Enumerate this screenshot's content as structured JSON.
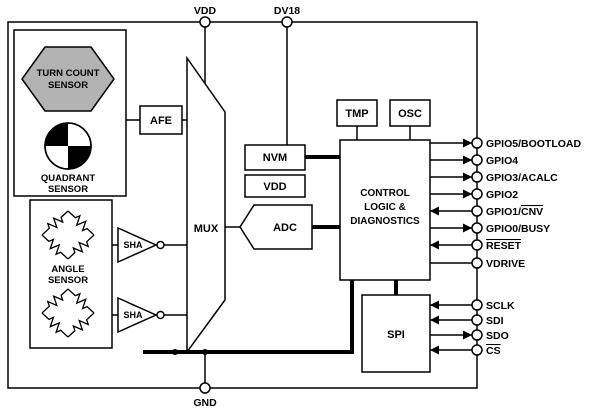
{
  "diagram": {
    "top_pins": {
      "vdd": "VDD",
      "dv18": "DV18"
    },
    "bottom_pin": {
      "gnd": "GND"
    },
    "sensors": {
      "turn_count": [
        "TURN COUNT",
        "SENSOR"
      ],
      "quadrant": [
        "QUADRANT",
        "SENSOR"
      ],
      "angle": [
        "ANGLE",
        "SENSOR"
      ]
    },
    "blocks": {
      "afe": "AFE",
      "mux": "MUX",
      "nvm": "NVM",
      "vdd_reg": "VDD",
      "adc": "ADC",
      "tmp": "TMP",
      "osc": "OSC",
      "control": [
        "CONTROL",
        "LOGIC &",
        "DIAGNOSTICS"
      ],
      "spi": "SPI",
      "sha_top": "SHA",
      "sha_bottom": "SHA"
    },
    "right_pins": [
      {
        "pre": "GPIO5/BOOTLOAD",
        "over": ""
      },
      {
        "pre": "GPIO4",
        "over": ""
      },
      {
        "pre": "GPIO3/ACALC",
        "over": ""
      },
      {
        "pre": "GPIO2",
        "over": ""
      },
      {
        "pre": "GPIO1/",
        "over": "CNV"
      },
      {
        "pre": "GPIO0/BUSY",
        "over": ""
      },
      {
        "pre": "",
        "over": "RESET"
      },
      {
        "pre": "VDRIVE",
        "over": ""
      },
      {
        "pre": "SCLK",
        "over": ""
      },
      {
        "pre": "SDI",
        "over": ""
      },
      {
        "pre": "SDO",
        "over": ""
      },
      {
        "pre": "",
        "over": "CS"
      }
    ],
    "colors": {
      "line": "#000000",
      "hexagon_fill": "#b3b3b3",
      "background": "#ffffff"
    }
  }
}
